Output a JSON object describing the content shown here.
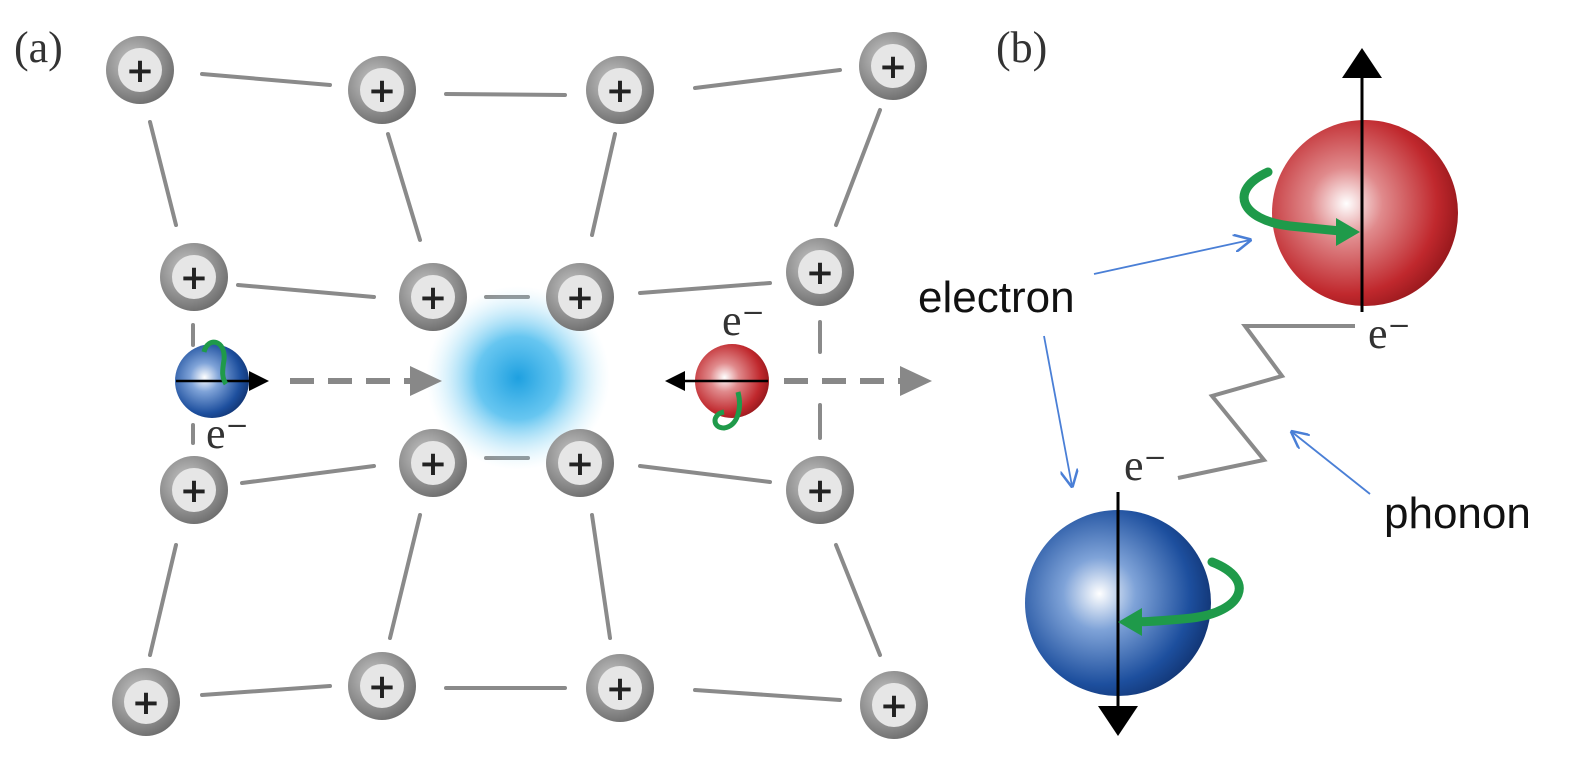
{
  "panel_a": {
    "label": "(a)",
    "ion_charge": "+",
    "electron_left_label": "e⁻",
    "electron_right_label": "e⁻"
  },
  "panel_b": {
    "label": "(b)",
    "upper_electron_label": "e⁻",
    "lower_electron_label": "e⁻",
    "electron_callout": "electron",
    "phonon_callout": "phonon"
  },
  "colors": {
    "ion": "#8a8a8a",
    "bond": "#8a8a8a",
    "spin_up_electron": "#c0282d",
    "spin_down_electron": "#1d4f9e",
    "spin_arrow": "#1f9a4a",
    "polarization_cloud": "#1ea0e0",
    "callout_arrow": "#4a7fd6"
  }
}
